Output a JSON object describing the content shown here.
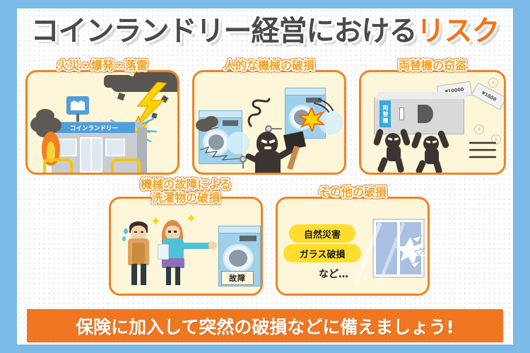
{
  "theme": {
    "background": "#7cbbe7",
    "panel": "#ffffff",
    "card_fill": "#fdf6d9",
    "card_border": "#ef8326",
    "accent_orange": "#f2741a",
    "heading_orange": "#f6a01f",
    "pill_yellow": "#ffdd2e",
    "footer_orange": "#ef7722",
    "title_gray": "#4a4a4a"
  },
  "title": {
    "part1": "コインランドリー経営における",
    "part2": "リスク"
  },
  "cards": [
    {
      "id": "fire",
      "heading": "火災・爆発・落雷",
      "art_name": "laundromat-fire-lightning-illustration",
      "labels": {
        "shop_sign": "コインランドリー"
      }
    },
    {
      "id": "vandalism",
      "heading": "人的な機械の破損",
      "art_name": "vandal-smashing-washer-illustration",
      "labels": {}
    },
    {
      "id": "theft",
      "heading": "両替機の窃盗",
      "art_name": "thieves-carrying-change-machine-illustration",
      "labels": {
        "machine": "両替機",
        "note_high": "¥10000",
        "note_low": "¥1000"
      }
    },
    {
      "id": "breakdown",
      "heading_line1": "機械の故障による",
      "heading_line2": "洗濯物の破損",
      "art_name": "broken-washer-customers-illustration",
      "labels": {
        "out_of_order": "故障"
      }
    },
    {
      "id": "other",
      "heading": "その他の破損",
      "art_name": "broken-glass-window-illustration",
      "pills": [
        "自然災害",
        "ガラス破損"
      ],
      "etc": "など…"
    }
  ],
  "footer": {
    "message": "保険に加入して突然の破損などに備えましょう!"
  }
}
